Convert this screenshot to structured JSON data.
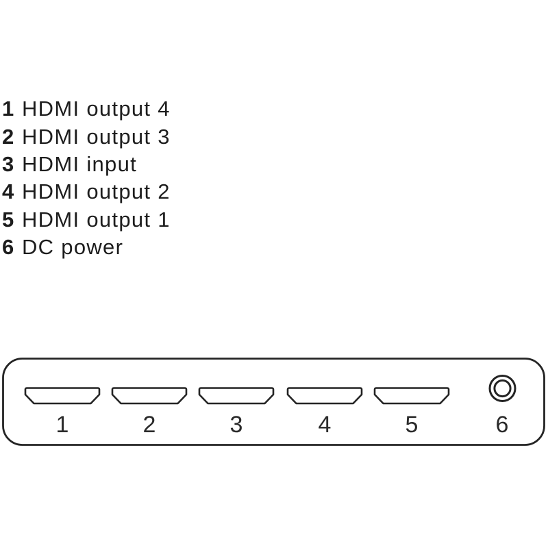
{
  "legend": {
    "items": [
      {
        "number": "1",
        "label": "HDMI output 4"
      },
      {
        "number": "2",
        "label": "HDMI output 3"
      },
      {
        "number": "3",
        "label": "HDMI input"
      },
      {
        "number": "4",
        "label": "HDMI output 2"
      },
      {
        "number": "5",
        "label": "HDMI output 1"
      },
      {
        "number": "6",
        "label": "DC power"
      }
    ]
  },
  "device": {
    "ports": [
      {
        "number": "1",
        "connector": "hdmi-port"
      },
      {
        "number": "2",
        "connector": "hdmi-port"
      },
      {
        "number": "3",
        "connector": "hdmi-port"
      },
      {
        "number": "4",
        "connector": "hdmi-port"
      },
      {
        "number": "5",
        "connector": "hdmi-port"
      },
      {
        "number": "6",
        "connector": "dc-power-jack"
      }
    ]
  },
  "colors": {
    "line": "#242424",
    "text": "#1d1d1d",
    "background": "#ffffff"
  }
}
